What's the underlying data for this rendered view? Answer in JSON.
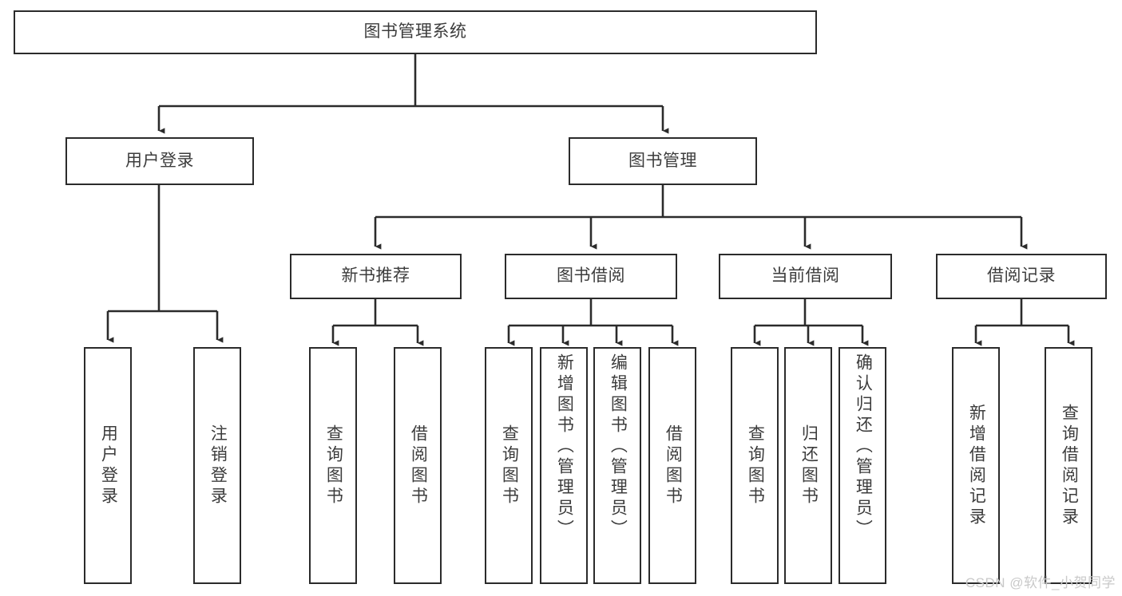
{
  "diagram": {
    "type": "tree",
    "title": "图书管理系统",
    "watermark": "CSDN @软件_小贺同学",
    "colors": {
      "border": "#2b2b2b",
      "text": "#3c3c3c",
      "background": "#ffffff",
      "watermark": "#c9c9c9"
    },
    "nodes": {
      "root": {
        "label": "图书管理系统"
      },
      "level2": [
        {
          "id": "user-login",
          "label": "用户登录"
        },
        {
          "id": "book-manage",
          "label": "图书管理"
        }
      ],
      "level3": [
        {
          "id": "new-book-rec",
          "label": "新书推荐"
        },
        {
          "id": "book-borrow",
          "label": "图书借阅"
        },
        {
          "id": "current-borrow",
          "label": "当前借阅"
        },
        {
          "id": "borrow-record",
          "label": "借阅记录"
        }
      ],
      "leaves": {
        "user_login": [
          {
            "id": "leaf-user-login",
            "label": "用户登录"
          },
          {
            "id": "leaf-logout-login",
            "label": "注销登录"
          }
        ],
        "new_book_rec": [
          {
            "id": "leaf-query-book-1",
            "label": "查询图书"
          },
          {
            "id": "leaf-borrow-book-1",
            "label": "借阅图书"
          }
        ],
        "book_borrow": [
          {
            "id": "leaf-query-book-2",
            "label": "查询图书"
          },
          {
            "id": "leaf-add-book",
            "label": "新增图书（管理员）"
          },
          {
            "id": "leaf-edit-book",
            "label": "编辑图书（管理员）"
          },
          {
            "id": "leaf-borrow-book-2",
            "label": "借阅图书"
          }
        ],
        "current_borrow": [
          {
            "id": "leaf-query-book-3",
            "label": "查询图书"
          },
          {
            "id": "leaf-return-book",
            "label": "归还图书"
          },
          {
            "id": "leaf-confirm-return",
            "label": "确认归还（管理员）"
          }
        ],
        "borrow_record": [
          {
            "id": "leaf-add-record",
            "label": "新增借阅记录"
          },
          {
            "id": "leaf-query-record",
            "label": "查询借阅记录"
          }
        ]
      }
    }
  }
}
